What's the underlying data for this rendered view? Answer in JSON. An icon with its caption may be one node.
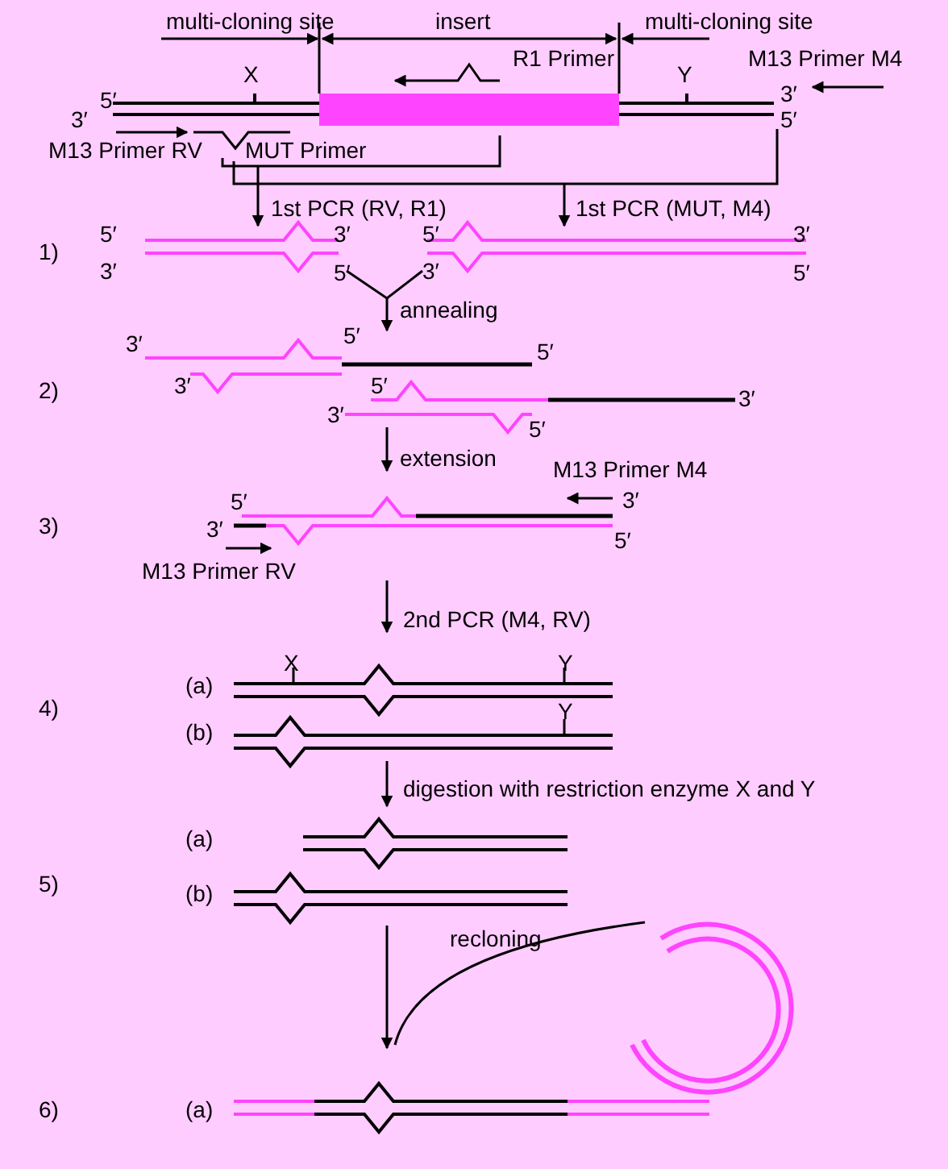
{
  "diagram": {
    "labels": [
      "multi-cloning site",
      "insert",
      "multi-cloning site",
      "X",
      "R1 Primer",
      "Y",
      "M13 Primer M4",
      "5′",
      "3′",
      "3′",
      "5′",
      "M13 Primer RV",
      "MUT Primer",
      "1st PCR (RV, R1)",
      "1st PCR (MUT, M4)",
      "5′",
      "3′",
      "5′",
      "3′",
      "1)",
      "3′",
      "5′",
      "3′",
      "5′",
      "annealing",
      "3′",
      "5′",
      "5′",
      "2)",
      "3′",
      "5′",
      "3′",
      "3′",
      "5′",
      "extension",
      "M13 Primer M4",
      "5′",
      "3′",
      "3)",
      "3′",
      "5′",
      "M13 Primer RV",
      "2nd PCR (M4, RV)",
      "X",
      "Y",
      "(a)",
      "4)",
      "Y",
      "(b)",
      "digestion with restriction enzyme X and Y",
      "(a)",
      "5)",
      "(b)",
      "recloning",
      "6)",
      "(a)"
    ]
  }
}
